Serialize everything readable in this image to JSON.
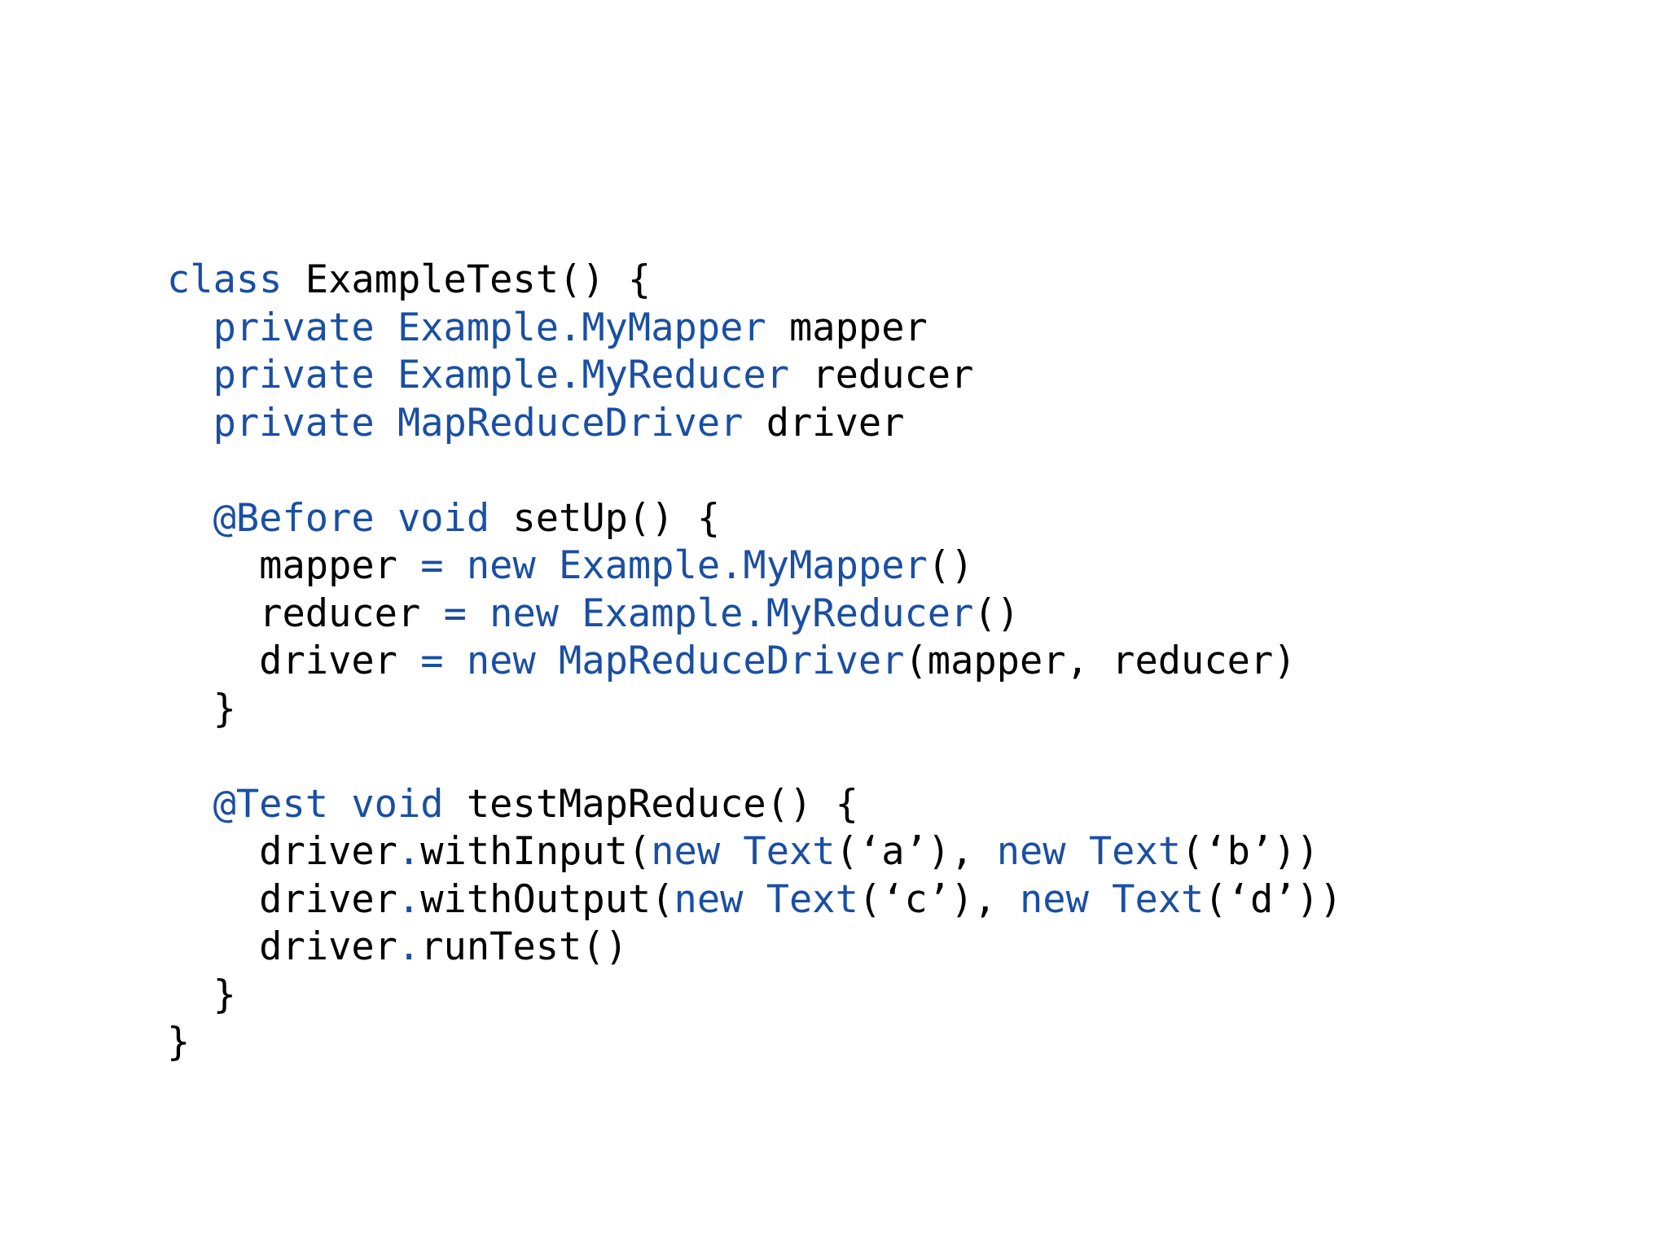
{
  "slide": {
    "background_color": "#ffffff",
    "keyword_color": "#1a4fa3",
    "plain_color": "#000000",
    "language": "java"
  },
  "code": {
    "full_text": "class ExampleTest() {\n  private Example.MyMapper mapper\n  private Example.MyReducer reducer\n  private MapReduceDriver driver\n\n  @Before void setUp() {\n    mapper = new Example.MyMapper()\n    reducer = new Example.MyReducer()\n    driver = new MapReduceDriver(mapper, reducer)\n  }\n\n  @Test void testMapReduce() {\n    driver.withInput(new Text(‘a’), new Text(‘b’))\n    driver.withOutput(new Text(‘c’), new Text(‘d’))\n    driver.runTest()\n  }\n}",
    "lines": [
      {
        "id": "line-1",
        "tokens": [
          {
            "t": "class",
            "c": "kw"
          },
          {
            "t": " ExampleTest() {",
            "c": "plain"
          }
        ]
      },
      {
        "id": "line-2",
        "tokens": [
          {
            "t": "  ",
            "c": "plain"
          },
          {
            "t": "private Example.MyMapper",
            "c": "kw"
          },
          {
            "t": " mapper",
            "c": "plain"
          }
        ]
      },
      {
        "id": "line-3",
        "tokens": [
          {
            "t": "  ",
            "c": "plain"
          },
          {
            "t": "private Example.MyReducer",
            "c": "kw"
          },
          {
            "t": " reducer",
            "c": "plain"
          }
        ]
      },
      {
        "id": "line-4",
        "tokens": [
          {
            "t": "  ",
            "c": "plain"
          },
          {
            "t": "private MapReduceDriver",
            "c": "kw"
          },
          {
            "t": " driver",
            "c": "plain"
          }
        ]
      },
      {
        "id": "line-5",
        "tokens": [
          {
            "t": "",
            "c": "plain"
          }
        ]
      },
      {
        "id": "line-6",
        "tokens": [
          {
            "t": "  ",
            "c": "plain"
          },
          {
            "t": "@Before void",
            "c": "kw"
          },
          {
            "t": " setUp() {",
            "c": "plain"
          }
        ]
      },
      {
        "id": "line-7",
        "tokens": [
          {
            "t": "    mapper ",
            "c": "plain"
          },
          {
            "t": "= new Example.MyMapper",
            "c": "kw"
          },
          {
            "t": "()",
            "c": "plain"
          }
        ]
      },
      {
        "id": "line-8",
        "tokens": [
          {
            "t": "    reducer ",
            "c": "plain"
          },
          {
            "t": "= new Example.MyReducer",
            "c": "kw"
          },
          {
            "t": "()",
            "c": "plain"
          }
        ]
      },
      {
        "id": "line-9",
        "tokens": [
          {
            "t": "    driver ",
            "c": "plain"
          },
          {
            "t": "= new MapReduceDriver",
            "c": "kw"
          },
          {
            "t": "(mapper, reducer)",
            "c": "plain"
          }
        ]
      },
      {
        "id": "line-10",
        "tokens": [
          {
            "t": "  }",
            "c": "plain"
          }
        ]
      },
      {
        "id": "line-11",
        "tokens": [
          {
            "t": "",
            "c": "plain"
          }
        ]
      },
      {
        "id": "line-12",
        "tokens": [
          {
            "t": "  ",
            "c": "plain"
          },
          {
            "t": "@Test void",
            "c": "kw"
          },
          {
            "t": " testMapReduce() {",
            "c": "plain"
          }
        ]
      },
      {
        "id": "line-13",
        "tokens": [
          {
            "t": "    driver",
            "c": "plain"
          },
          {
            "t": ".",
            "c": "kw"
          },
          {
            "t": "withInput(",
            "c": "plain"
          },
          {
            "t": "new Text",
            "c": "kw"
          },
          {
            "t": "(‘a’), ",
            "c": "plain"
          },
          {
            "t": "new Text",
            "c": "kw"
          },
          {
            "t": "(‘b’))",
            "c": "plain"
          }
        ]
      },
      {
        "id": "line-14",
        "tokens": [
          {
            "t": "    driver",
            "c": "plain"
          },
          {
            "t": ".",
            "c": "kw"
          },
          {
            "t": "withOutput(",
            "c": "plain"
          },
          {
            "t": "new Text",
            "c": "kw"
          },
          {
            "t": "(‘c’), ",
            "c": "plain"
          },
          {
            "t": "new Text",
            "c": "kw"
          },
          {
            "t": "(‘d’))",
            "c": "plain"
          }
        ]
      },
      {
        "id": "line-15",
        "tokens": [
          {
            "t": "    driver",
            "c": "plain"
          },
          {
            "t": ".",
            "c": "kw"
          },
          {
            "t": "runTest()",
            "c": "plain"
          }
        ]
      },
      {
        "id": "line-16",
        "tokens": [
          {
            "t": "  }",
            "c": "plain"
          }
        ]
      },
      {
        "id": "line-17",
        "tokens": [
          {
            "t": "}",
            "c": "plain"
          }
        ]
      }
    ]
  }
}
